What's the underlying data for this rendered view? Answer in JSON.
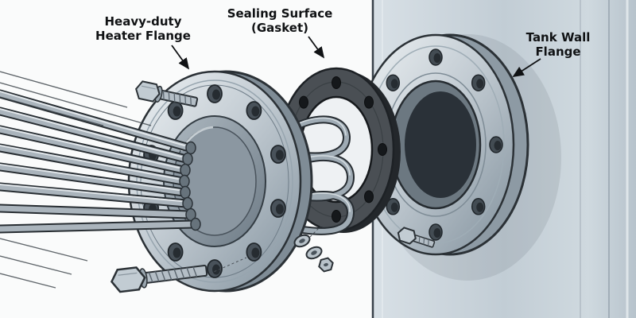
{
  "callouts": {
    "heater_flange": {
      "line1": "Heavy-duty",
      "line2": "Heater Flange"
    },
    "gasket": {
      "line1": "Sealing Surface",
      "line2": "(Gasket)"
    },
    "tank_flange": {
      "line1": "Tank Wall",
      "line2": "Flange"
    }
  },
  "colors": {
    "background": "#fafbfb",
    "metal_light": "#eef2f4",
    "metal_mid": "#c3ccd3",
    "metal_dark": "#83929d",
    "outline": "#2b3136",
    "gasket": "#4a4f54",
    "gasket_dark": "#1d2125",
    "tank_wall": "#c9d4dc",
    "bore_dark": "#2a3138",
    "label_text": "#101214"
  }
}
